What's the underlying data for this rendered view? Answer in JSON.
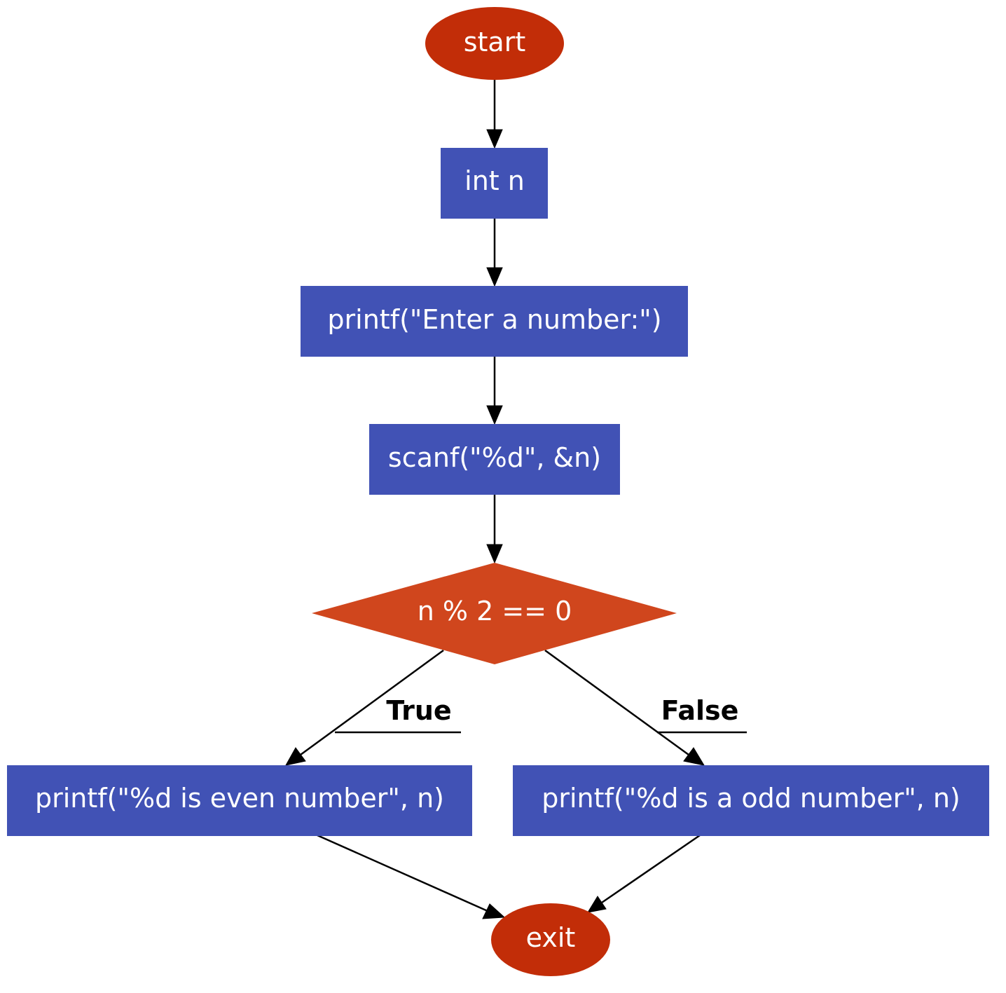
{
  "colors": {
    "terminal": "#C22D08",
    "process": "#4152B5",
    "decision": "#D0461D",
    "text": "#ffffff",
    "edge": "#000000",
    "background": "#ffffff"
  },
  "nodes": {
    "start": {
      "label": "start",
      "shape": "ellipse"
    },
    "declare": {
      "label": "int n",
      "shape": "rectangle"
    },
    "prompt": {
      "label": "printf(\"Enter a number:\")",
      "shape": "rectangle"
    },
    "read": {
      "label": "scanf(\"%d\", &n)",
      "shape": "rectangle"
    },
    "condition": {
      "label": "n % 2 == 0",
      "shape": "diamond"
    },
    "even": {
      "label": "printf(\"%d is even number\", n)",
      "shape": "rectangle"
    },
    "odd": {
      "label": "printf(\"%d is a odd number\", n)",
      "shape": "rectangle"
    },
    "exit": {
      "label": "exit",
      "shape": "ellipse"
    }
  },
  "edges": {
    "true_label": "True",
    "false_label": "False"
  }
}
